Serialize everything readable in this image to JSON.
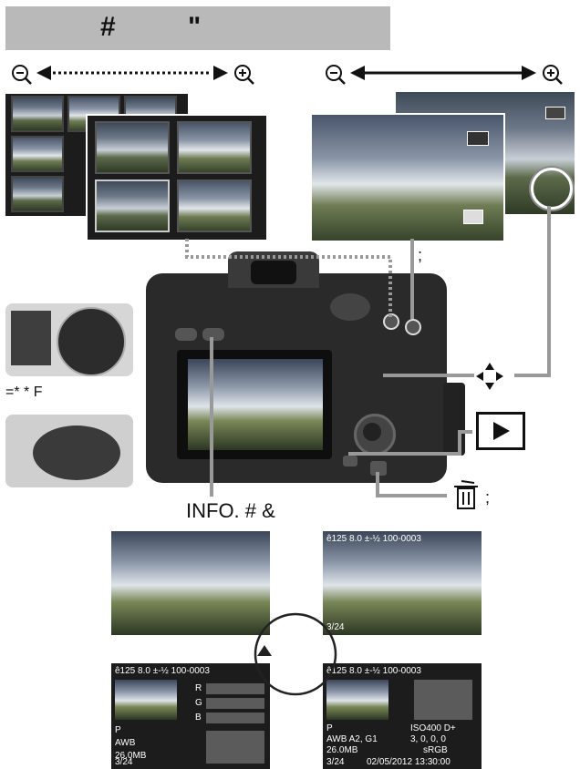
{
  "header": {
    "char1": "#",
    "char2": "\""
  },
  "labels": {
    "semicolon_top": ";",
    "equals_label": "=*   * F",
    "info_label": "INFO. #   &",
    "delete_semicolon": ";"
  },
  "single_screen": {
    "line1": "ê125   8.0  ±-½           100-0003",
    "counter": "3/24"
  },
  "rgb_screen": {
    "line1": "ê125   8.0  ±-½        100-0003",
    "r": "R",
    "g": "G",
    "b": "B",
    "mode": "P",
    "line3": "AWB",
    "line4": "26.0MB",
    "counter": "3/24"
  },
  "detail_screen": {
    "line1": "ê125   8.0  ±-½        100-0003",
    "mode": "P",
    "iso": "ISO400   D+",
    "wb": "AWB  A2, G1",
    "shift": "3, 0, 0, 0",
    "size": "26.0MB",
    "space": "sRGB",
    "counter": "3/24",
    "date": "02/05/2012  13:30:00"
  }
}
